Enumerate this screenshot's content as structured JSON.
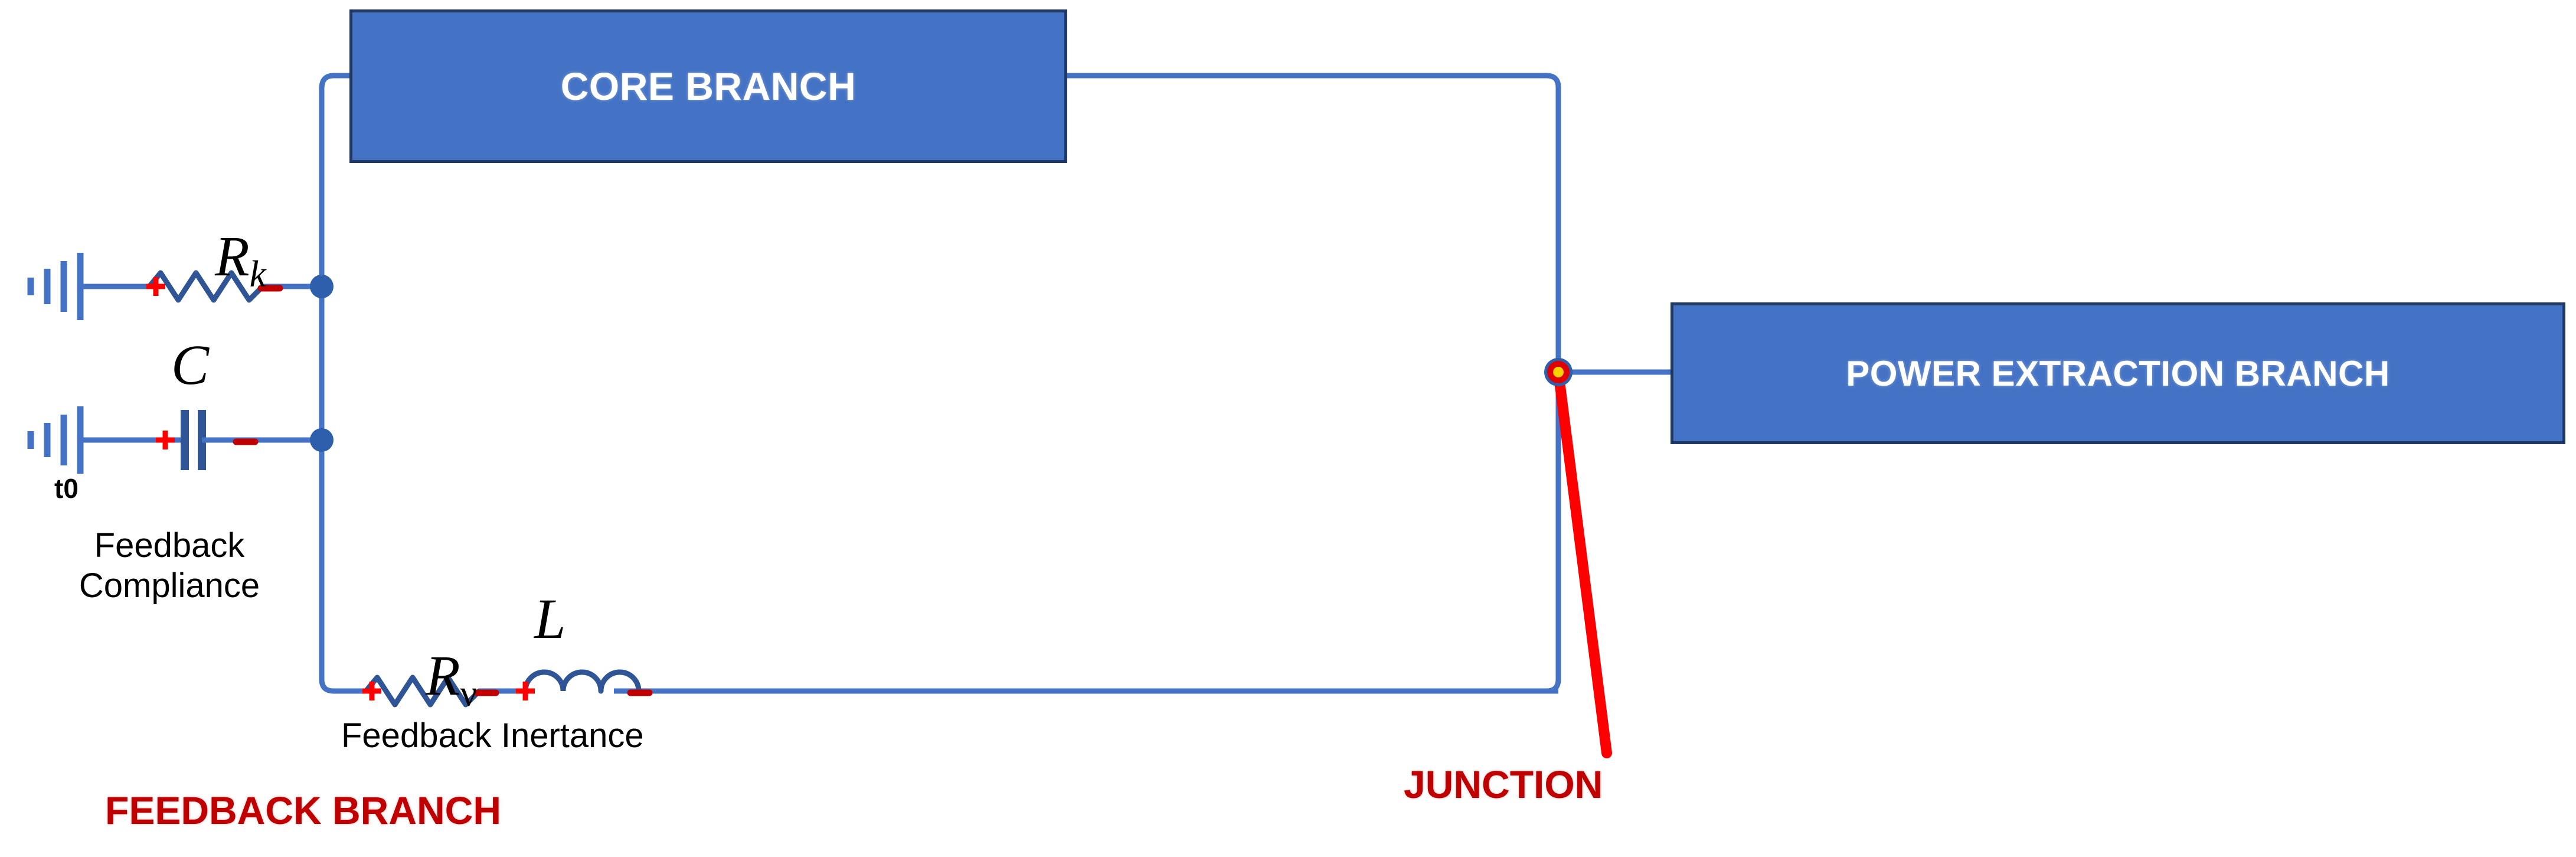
{
  "diagram": {
    "title_blocks": {
      "core_branch": "CORE BRANCH",
      "power_extraction_branch": "POWER EXTRACTION BRANCH"
    },
    "annotations": {
      "feedback_branch": "FEEDBACK BRANCH",
      "junction": "JUNCTION"
    },
    "component_symbols": {
      "resistor_rk": "R",
      "resistor_rk_subscript": "k",
      "capacitor_c": "C",
      "resistor_rv": "R",
      "resistor_rv_subscript": "ν",
      "inductor_l": "L"
    },
    "text_labels": {
      "t0": "t0",
      "feedback_compliance": "Feedback\nCompliance",
      "feedback_inertance": "Feedback Inertance"
    },
    "colors": {
      "block_fill": "#4472C4",
      "block_border": "#1F3864",
      "wire": "#4472C4",
      "node_dot": "#2E5FAC",
      "junction_ring": "#FF0000",
      "junction_core": "#FFD000",
      "annotation_red": "#C00000",
      "polarity_red": "#FF0000",
      "pointer_red": "#FF0000"
    }
  }
}
